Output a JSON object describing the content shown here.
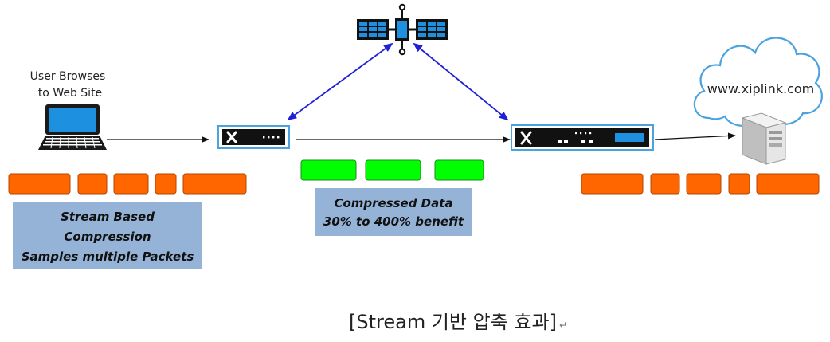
{
  "labels": {
    "user_line1": "User Browses",
    "user_line2": "to Web Site",
    "cloud_text": "www.xiplink.com"
  },
  "boxes": {
    "left_line1": "Stream Based",
    "left_line2": "Compression",
    "left_line3": "Samples multiple Packets",
    "center_line1": "Compressed Data",
    "center_line2": "30% to 400% benefit"
  },
  "caption": {
    "text": "[Stream  기반  압축  효과]",
    "paragraph_mark": "↵"
  },
  "colors": {
    "orange_packet": "#ff6600",
    "green_packet": "#00ff00",
    "info_box": "#95b3d7",
    "arrow_blue": "#1f1fd6",
    "device_border": "#4aa3df",
    "cloud_outline": "#4aa3df"
  },
  "icons": {
    "laptop": "laptop-icon",
    "satellite": "satellite-icon",
    "router_small": "router-icon",
    "router_large": "router-icon",
    "cloud": "cloud-icon",
    "server": "server-icon"
  }
}
